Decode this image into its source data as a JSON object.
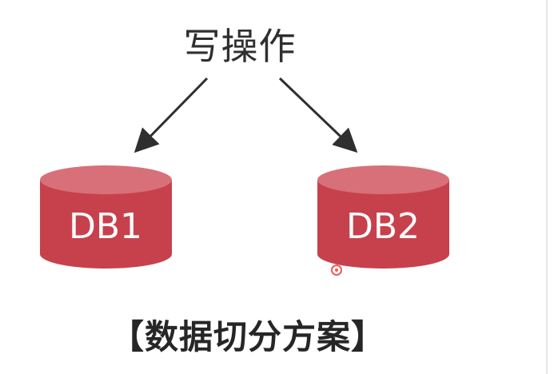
{
  "diagram": {
    "title": "写操作",
    "footer_title": "【数据切分方案】",
    "databases": [
      {
        "label": "DB1"
      },
      {
        "label": "DB2"
      }
    ],
    "colors": {
      "db_body": "#c7414c",
      "db_top": "#d87079",
      "arrow": "#2f2f2f",
      "cursor": "#f05a5a"
    }
  }
}
